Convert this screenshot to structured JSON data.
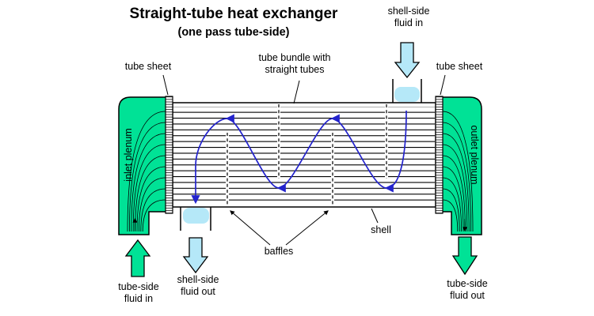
{
  "title": "Straight-tube heat exchanger",
  "subtitle": "(one pass tube-side)",
  "labels": {
    "shell_in": "shell-side\nfluid in",
    "shell_out": "shell-side\nfluid out",
    "tube_in": "tube-side\nfluid in",
    "tube_out": "tube-side\nfluid out",
    "tube_sheet_left": "tube sheet",
    "tube_sheet_right": "tube sheet",
    "tube_bundle": "tube bundle with\nstraight tubes",
    "inlet_plenum": "inlet plenum",
    "outlet_plenum": "outlet plenum",
    "shell": "shell",
    "baffles": "baffles"
  },
  "colors": {
    "plenum_green": "#00E296",
    "fluid_cyan": "#B5E8F8",
    "flow_blue": "#2323CC",
    "baffle_dash": "#4a4a4a"
  }
}
